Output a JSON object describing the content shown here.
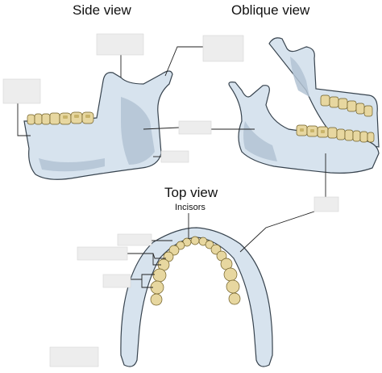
{
  "titles": {
    "side": "Side view",
    "oblique": "Oblique view",
    "top": "Top view"
  },
  "labels": {
    "incisors": "Incisors"
  },
  "colors": {
    "bone": "#d7e3ee",
    "bone_shadow": "#b3c3d3",
    "tooth": "#e7d7a0",
    "outline": "#37434e",
    "blank_box": "#ededed"
  }
}
